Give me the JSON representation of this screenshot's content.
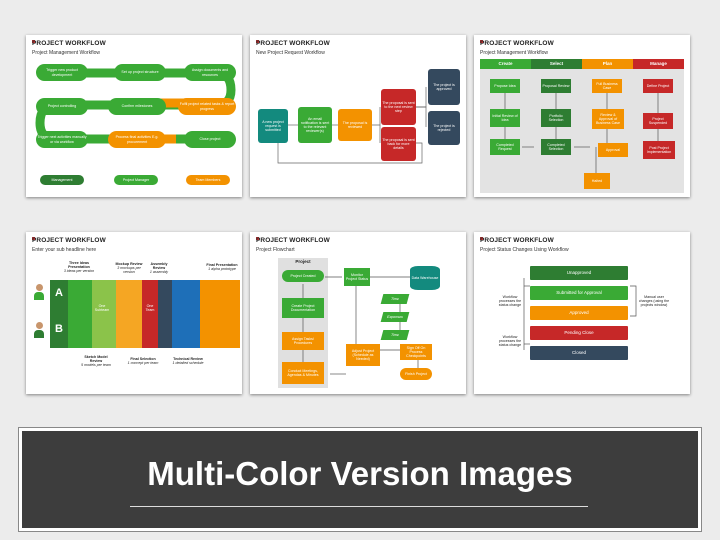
{
  "slides": [
    {
      "title": "PROJECT WORKFLOW",
      "subtitle": "Project Management Workflow",
      "steps": [
        "Trigger new product development",
        "Set up project structure",
        "Assign documents and resources",
        "Project controlling",
        "Confirm milestones",
        "Fulfil project related tasks & report progress",
        "Trigger next activities manually or via workflow",
        "Process final activities E.g. procurement",
        "Close project"
      ],
      "roles": [
        "Management",
        "Project Manager",
        "Team Members"
      ]
    },
    {
      "title": "PROJECT WORKFLOW",
      "subtitle": "New Project Request Workflow",
      "steps": [
        "A new project request is submitted",
        "An email notification is sent to the relevant reviewer(s)",
        "The proposal is reviewed",
        "The proposal is sent to the next review step",
        "The proposal is sent back for more details",
        "The project is approved",
        "The project is rejected"
      ]
    },
    {
      "title": "PROJECT WORKFLOW",
      "subtitle": "Project Management Workflow",
      "phases": [
        "Create",
        "Select",
        "Plan",
        "Manage"
      ],
      "steps": [
        "Propose Idea",
        "Initial Review of Idea",
        "Completed Request",
        "Proposal Review",
        "Portfolio Selection",
        "Completed Selection",
        "Full Business Case",
        "Review & Approval of Business Case",
        "Approval",
        "Define Project",
        "Project Suspended",
        "Post Project Implementation",
        "Halted"
      ]
    },
    {
      "title": "PROJECT WORKFLOW",
      "subtitle": "Enter your sub headline here",
      "milestones_top": [
        {
          "name": "Three Ideas Presentation",
          "note": "3 ideas per version"
        },
        {
          "name": "Mockup Review",
          "note": "3 mockups per version"
        },
        {
          "name": "Assembly Review",
          "note": "1 assembly"
        },
        {
          "name": "Final Presentation",
          "note": "1 alpha prototype"
        }
      ],
      "milestones_bottom": [
        {
          "name": "Sketch Model Review",
          "note": "5 models per team"
        },
        {
          "name": "Final Selection",
          "note": "1 concept per team"
        },
        {
          "name": "Technical Review",
          "note": "1 detailed schedule"
        }
      ],
      "rows": [
        "A",
        "B"
      ],
      "labels": [
        "One Subteam",
        "One Team"
      ]
    },
    {
      "title": "PROJECT WORKFLOW",
      "subtitle": "Project Flowchart",
      "lane": "Project",
      "steps": [
        "Project Created",
        "Create Project Documentation",
        "Assign Tasks/ Procedures",
        "Conduct Meetings, Agendas & Minutes",
        "Monitor Project Status",
        "Data Warehouse",
        "Time",
        "Expenses",
        "Time",
        "Adjust Project (Schedule as Needed)",
        "Sign Off On Process Checkpoints",
        "Finish Project"
      ]
    },
    {
      "title": "PROJECT WORKFLOW",
      "subtitle": "Project Status Changes Using Workflow",
      "statuses": [
        "Unapproved",
        "Submitted for Approval",
        "Approved",
        "Pending Close",
        "Closed"
      ],
      "notes": [
        "Workflow processes the status change",
        "Workflow processes the status change",
        "Manual user changes (using the projects window)"
      ]
    }
  ],
  "banner": {
    "title": "Multi-Color Version Images"
  },
  "colors": {
    "green": "#3aaa35",
    "dkgreen": "#2e7d32",
    "orange": "#f39200",
    "teal": "#138a7e",
    "red": "#c62828",
    "navy": "#34495e",
    "yellow": "#f5c400",
    "blue": "#1e6fb8"
  }
}
